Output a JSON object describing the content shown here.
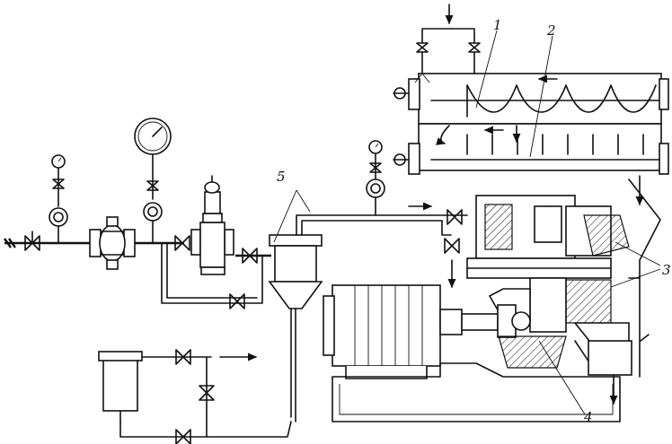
{
  "labels": {
    "part_1": "1",
    "part_2": "2",
    "part_3": "3",
    "part_4": "4",
    "part_5": "5"
  }
}
